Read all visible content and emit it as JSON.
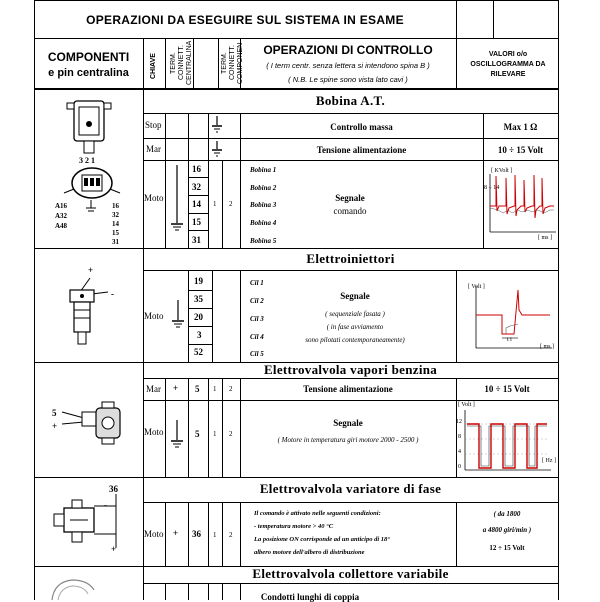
{
  "title": "OPERAZIONI DA ESEGUIRE SUL SISTEMA IN ESAME",
  "header": {
    "componenti": "COMPONENTI",
    "pin": "e pin centralina",
    "chiave": "CHIAVE",
    "term_centr": "TERM. CONNETT. CENTRALINA",
    "term_compon": "TERM. CONNETT. COMPONEN",
    "operazioni": "OPERAZIONI DI CONTROLLO",
    "operazioni_note1": "( I term centr. senza lettera si intendono spina B )",
    "operazioni_note2": "( N.B. Le spine sono vista lato cavi )",
    "valori": "VALORI o/o OSCILLOGRAMMA DA RILEVARE"
  },
  "bobina": {
    "title": "Bobina A.T.",
    "row_stop": {
      "chiave": "Stop",
      "op": "Controllo massa",
      "valore": "Max 1 Ω"
    },
    "row_mar": {
      "chiave": "Mar",
      "op": "Tensione alimentazione",
      "valore": "10 ÷ 15 Volt"
    },
    "moto": "Moto",
    "pins": [
      "16",
      "32",
      "14",
      "15",
      "31"
    ],
    "comp": [
      "1",
      "2"
    ],
    "bobine": [
      "Bobina 1",
      "Bobina 2",
      "Bobina 3",
      "Bobina 4",
      "Bobina 5"
    ],
    "segnale": "Segnale",
    "comando": "comando",
    "connector_pins": "3 2 1",
    "pin_labels_left": [
      "A16",
      "A32",
      "A48"
    ],
    "pin_labels_right": [
      "16",
      "32",
      "14",
      "15",
      "31"
    ],
    "scope_y": "[ KVolt ]",
    "scope_val": "8 ÷ 14",
    "scope_x": "[ ms ]"
  },
  "iniettori": {
    "title": "Elettroiniettori",
    "moto": "Moto",
    "pins": [
      "19",
      "35",
      "20",
      "3",
      "52"
    ],
    "cil": [
      "Cil 1",
      "Cil 2",
      "Cil 3",
      "Cil 4",
      "Cil 5"
    ],
    "segnale": "Segnale",
    "note1": "( sequenziale fasata )",
    "note2": "( in fase avviamento",
    "note3": "sono pilotati contemporaneamente)",
    "scope_y": "[ Volt ]",
    "scope_x": "[ ms ]",
    "scope_ti": "t i",
    "plus": "+",
    "minus": "-"
  },
  "benzina": {
    "title": "Elettrovalvola vapori benzina",
    "row_mar": {
      "chiave": "Mar",
      "plus": "+",
      "pin": "5",
      "c1": "1",
      "c2": "2",
      "op": "Tensione alimentazione",
      "valore": "10 ÷ 15 Volt"
    },
    "row_moto": {
      "chiave": "Moto",
      "pin": "5",
      "c1": "1",
      "c2": "2",
      "op": "Segnale",
      "note": "( Motore in temperatura giri motore 2000 - 2500 )"
    },
    "scope_y": "[ Volt ]",
    "scope_ticks": [
      "12",
      "8",
      "4",
      "0"
    ],
    "scope_x": "[ Hz ]",
    "label5": "5",
    "plus": "+"
  },
  "fase": {
    "title": "Elettrovalvola variatore di fase",
    "label36": "36",
    "row": {
      "chiave": "Moto",
      "plus": "+",
      "pin": "36",
      "c1": "1",
      "c2": "2",
      "op1": "Il comando è attivato nelle seguenti condizioni:",
      "op2": "- temperatura motore > 40 °C",
      "op3": "La posizione ON corrisponde ad un anticipo di 18°",
      "op4": "albero motore dell'albero di distribuzione",
      "val1": "( da 1800",
      "val2": "a 4800 giri/min )",
      "val3": "12 ÷ 15 Volt"
    },
    "minus": "-",
    "plus": "+"
  },
  "collettore": {
    "title": "Elettrovalvola collettore variabile",
    "op": "Condotti lunghi di coppia"
  }
}
